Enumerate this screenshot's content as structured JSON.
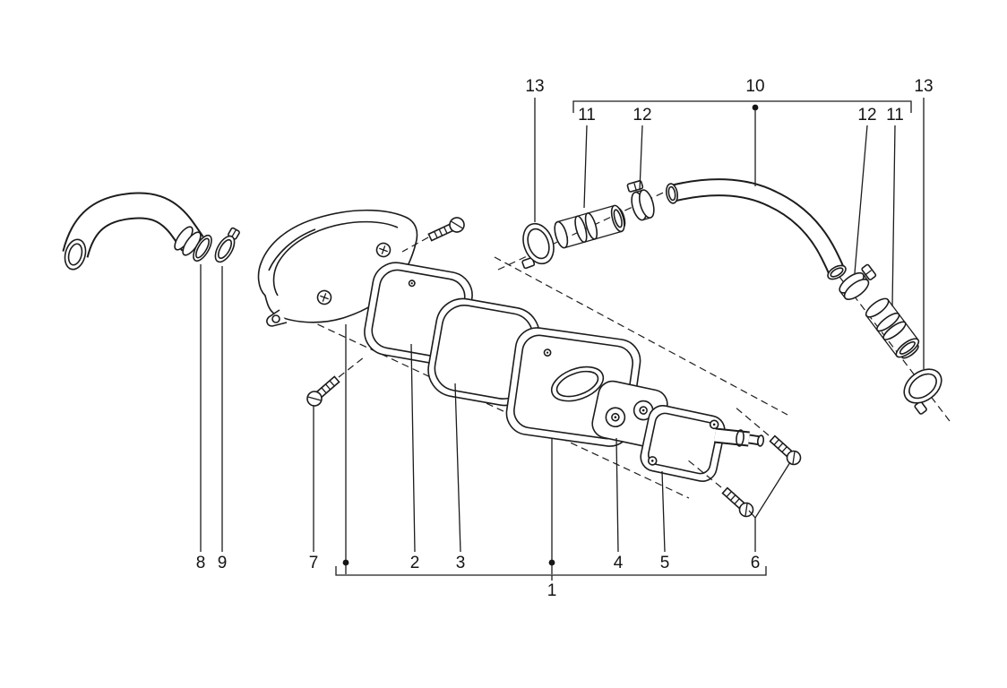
{
  "page": {
    "background_color": "#ffffff",
    "line_color": "#1c1c1c"
  },
  "callouts": {
    "top": [
      {
        "label": "13"
      },
      {
        "label": "11"
      },
      {
        "label": "12"
      },
      {
        "label": "10"
      },
      {
        "label": "12"
      },
      {
        "label": "11"
      },
      {
        "label": "13"
      }
    ],
    "bottom": [
      {
        "label": "8"
      },
      {
        "label": "9"
      },
      {
        "label": "7"
      },
      {
        "label": "2"
      },
      {
        "label": "3"
      },
      {
        "label": "4"
      },
      {
        "label": "5"
      },
      {
        "label": "6"
      },
      {
        "label": "1"
      }
    ]
  }
}
